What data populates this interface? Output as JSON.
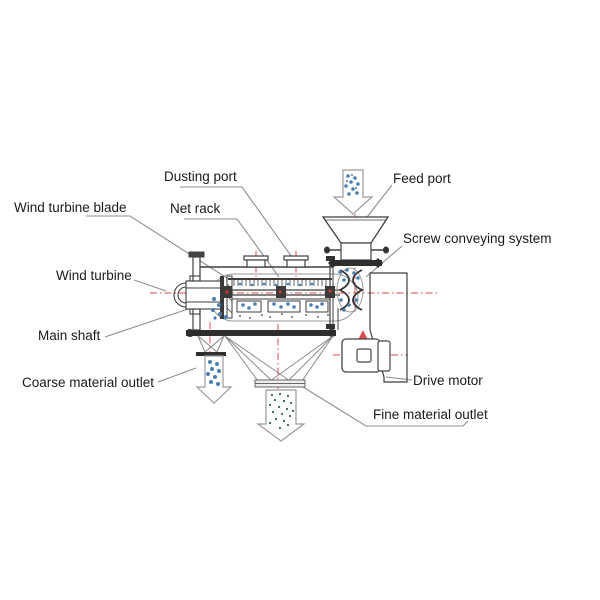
{
  "figure": {
    "type": "technical-diagram",
    "subject": "Airflow winnowing / classifier machine section view"
  },
  "colors": {
    "background": "#ffffff",
    "machine_outline": "#3f3f3f",
    "light_outline": "#9a9a9a",
    "leader_line": "#8f8f8f",
    "centerline_red": "#d94c4c",
    "particle_blue": "#4a7fb0",
    "particle_fine_dark": "#33605c",
    "label_text": "#1a1a1a"
  },
  "labels": {
    "dusting_port": "Dusting port",
    "feed_port": "Feed port",
    "wind_turbine_blade": "Wind turbine blade",
    "net_rack": "Net rack",
    "screw_conveying_system": "Screw conveying system",
    "wind_turbine": "Wind turbine",
    "main_shaft": "Main shaft",
    "coarse_material_outlet": "Coarse material outlet",
    "drive_motor": "Drive motor",
    "fine_material_outlet": "Fine material outlet"
  }
}
